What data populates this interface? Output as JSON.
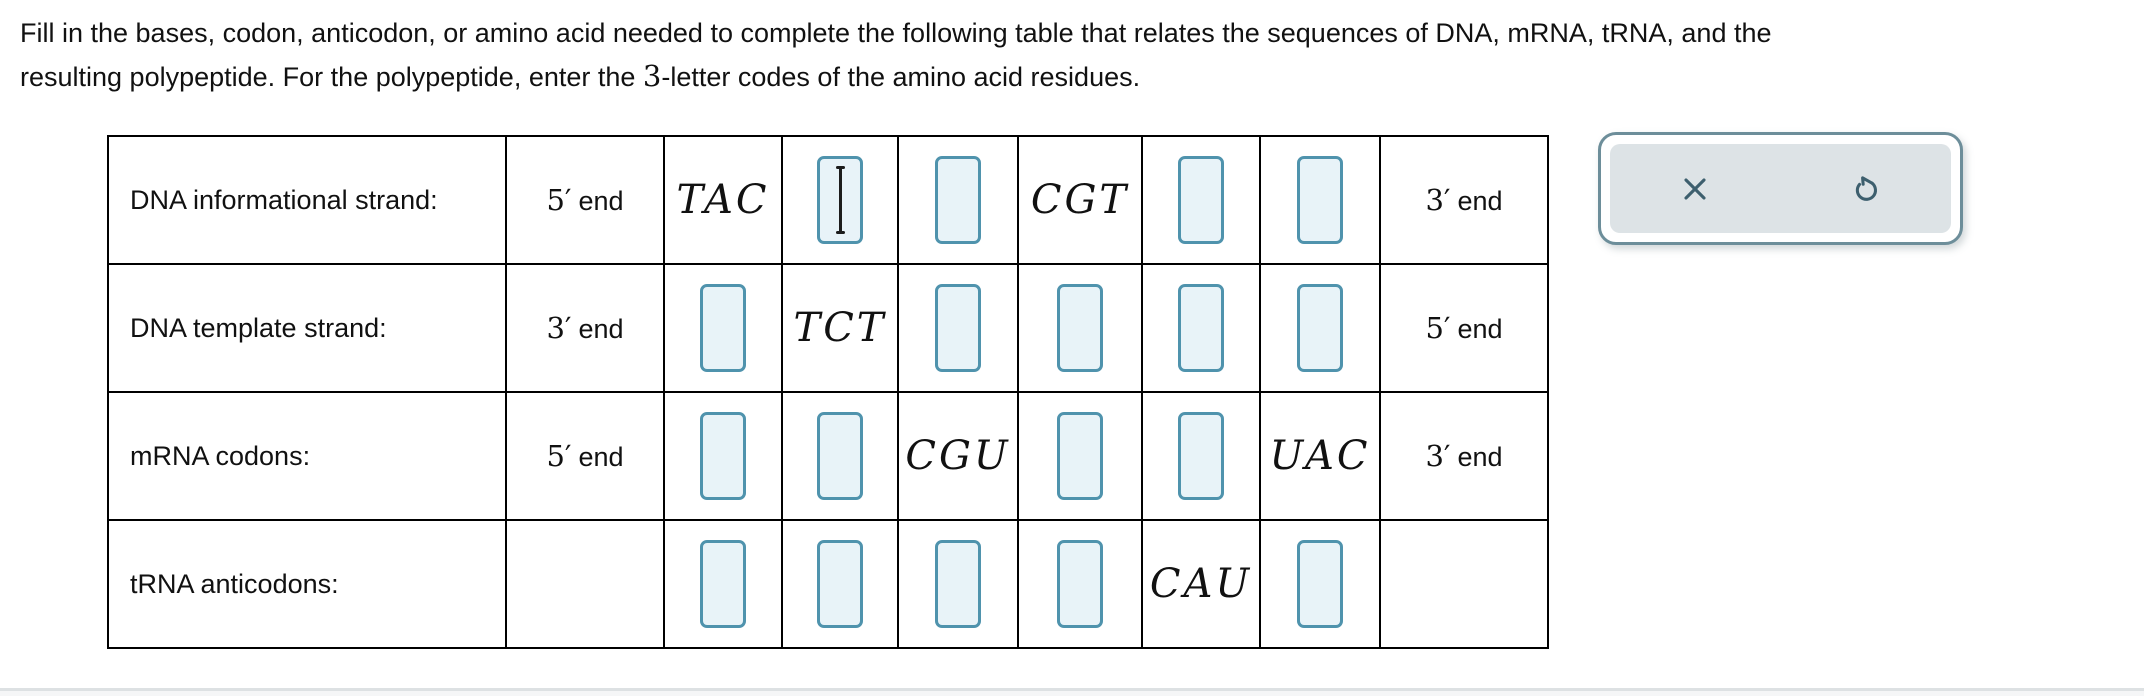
{
  "instructions": {
    "line1": "Fill in the bases, codon, anticodon, or amino acid needed to complete the following table that relates the sequences of DNA, mRNA, tRNA, and the",
    "line2_before": "resulting polypeptide. For the polypeptide, enter the ",
    "line2_number": "3",
    "line2_after": "-letter codes of the amino acid residues."
  },
  "table": {
    "rows": [
      {
        "label": "DNA informational strand:",
        "left_end_num": "5′",
        "left_end_word": "end",
        "right_end_num": "3′",
        "right_end_word": "end",
        "cells": [
          {
            "type": "text",
            "value": "TAC"
          },
          {
            "type": "input",
            "value": "",
            "focused": true
          },
          {
            "type": "input",
            "value": ""
          },
          {
            "type": "text",
            "value": "CGT"
          },
          {
            "type": "input",
            "value": ""
          },
          {
            "type": "input",
            "value": ""
          }
        ]
      },
      {
        "label": "DNA template strand:",
        "left_end_num": "3′",
        "left_end_word": "end",
        "right_end_num": "5′",
        "right_end_word": "end",
        "cells": [
          {
            "type": "input",
            "value": ""
          },
          {
            "type": "text",
            "value": "TCT"
          },
          {
            "type": "input",
            "value": ""
          },
          {
            "type": "input",
            "value": ""
          },
          {
            "type": "input",
            "value": ""
          },
          {
            "type": "input",
            "value": ""
          }
        ]
      },
      {
        "label": "mRNA codons:",
        "left_end_num": "5′",
        "left_end_word": "end",
        "right_end_num": "3′",
        "right_end_word": "end",
        "cells": [
          {
            "type": "input",
            "value": ""
          },
          {
            "type": "input",
            "value": ""
          },
          {
            "type": "text",
            "value": "CGU"
          },
          {
            "type": "input",
            "value": ""
          },
          {
            "type": "input",
            "value": ""
          },
          {
            "type": "text",
            "value": "UAC"
          }
        ]
      },
      {
        "label": "tRNA anticodons:",
        "left_end_num": "",
        "left_end_word": "",
        "right_end_num": "",
        "right_end_word": "",
        "cells": [
          {
            "type": "input",
            "value": ""
          },
          {
            "type": "input",
            "value": ""
          },
          {
            "type": "input",
            "value": ""
          },
          {
            "type": "input",
            "value": ""
          },
          {
            "type": "text",
            "value": "CAU"
          },
          {
            "type": "input",
            "value": ""
          }
        ]
      }
    ]
  },
  "toolbar": {
    "clear_icon": "x-icon",
    "undo_icon": "undo-icon"
  },
  "colors": {
    "table_border": "#000000",
    "box_fill": "#e8f3f8",
    "box_border": "#4f93ad",
    "panel_border": "#6d8e9a",
    "panel_fill": "#dde3e6",
    "icon_color": "#3d5f6e",
    "divider": "#dde1e3",
    "below_fill": "#f5f6f7"
  }
}
